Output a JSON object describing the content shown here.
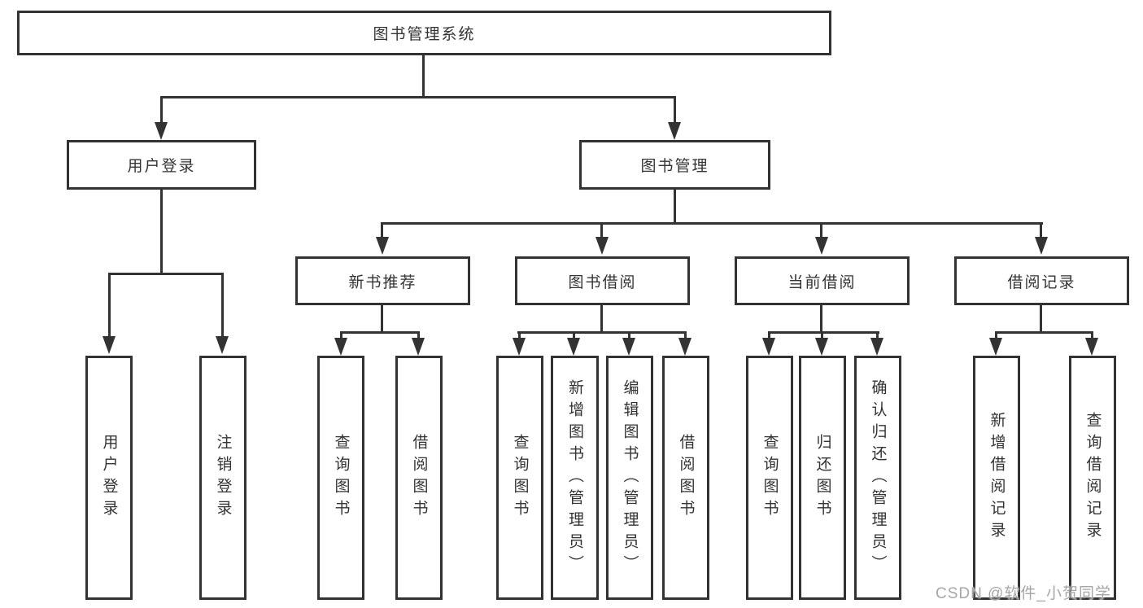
{
  "nodes": {
    "root": {
      "label": "图书管理系统"
    },
    "level2": [
      {
        "label": "用户登录"
      },
      {
        "label": "图书管理"
      }
    ],
    "level3": [
      {
        "label": "新书推荐"
      },
      {
        "label": "图书借阅"
      },
      {
        "label": "当前借阅"
      },
      {
        "label": "借阅记录"
      }
    ],
    "leaves": {
      "user_login": [
        {
          "label": "用户登录"
        },
        {
          "label": "注销登录"
        }
      ],
      "new_book": [
        {
          "label": "查询图书"
        },
        {
          "label": "借阅图书"
        }
      ],
      "book_borrow": [
        {
          "label": "查询图书"
        },
        {
          "label": "新增图书（管理员）"
        },
        {
          "label": "编辑图书（管理员）"
        },
        {
          "label": "借阅图书"
        }
      ],
      "current_borrow": [
        {
          "label": "查询图书"
        },
        {
          "label": "归还图书"
        },
        {
          "label": "确认归还（管理员）"
        }
      ],
      "borrow_record": [
        {
          "label": "新增借阅记录"
        },
        {
          "label": "查询借阅记录"
        }
      ]
    }
  },
  "watermark": "CSDN @软件_小贺同学",
  "colors": {
    "line": "#333333",
    "border": "#333333",
    "text": "#333333",
    "watermark": "#a6a6a6",
    "background": "#ffffff"
  }
}
